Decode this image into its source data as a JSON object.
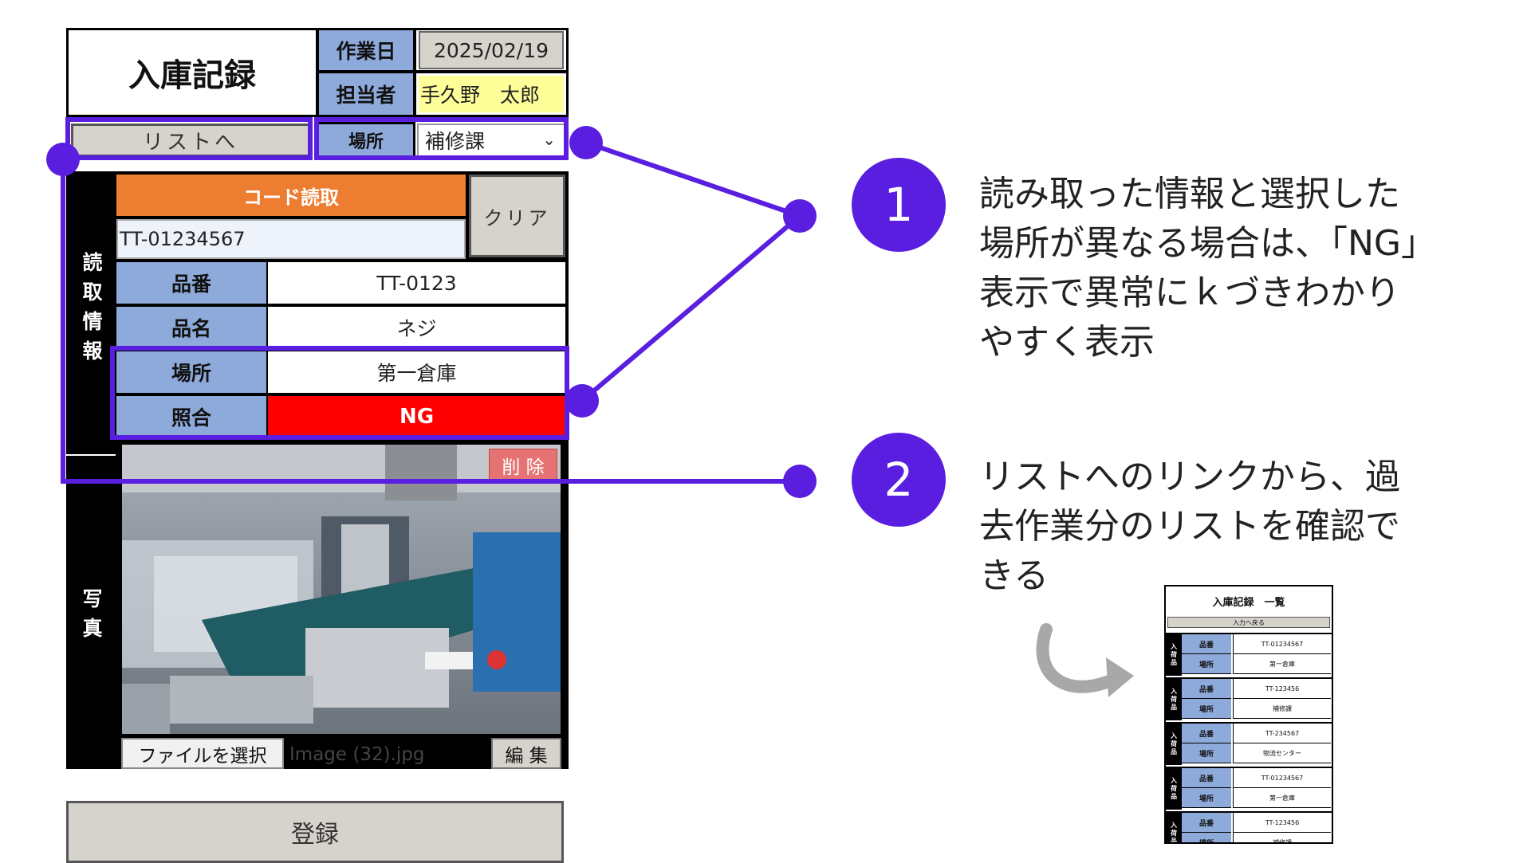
{
  "form": {
    "title": "入庫記録",
    "work_date_label": "作業日",
    "work_date_value": "2025/02/19",
    "person_label": "担当者",
    "person_value": "手久野　太郎",
    "list_button": "リストへ",
    "location_label": "場所",
    "location_selected": "補修課",
    "read_section_label": "読取情報",
    "code_read_header": "コード読取",
    "clear_button": "クリア",
    "code_value": "TT-01234567",
    "part_no_label": "品番",
    "part_no_value": "TT-0123",
    "part_name_label": "品名",
    "part_name_value": "ネジ",
    "place_label": "場所",
    "place_value": "第一倉庫",
    "match_label": "照合",
    "match_value": "NG",
    "photo_section_label": "写真",
    "delete_button": "削 除",
    "file_button": "ファイルを選択",
    "file_name": "Image (32).jpg",
    "edit_button": "編 集",
    "register_button": "登録"
  },
  "callouts": [
    {
      "number": "1",
      "text": [
        "読み取った情報と選択した",
        "場所が異なる場合は、「NG」",
        "表示で異常にｋづきわかり",
        "やすく表示"
      ]
    },
    {
      "number": "2",
      "text": [
        "リストへのリンクから、過",
        "去作業分のリストを確認で",
        "きる"
      ]
    }
  ],
  "mini_list": {
    "title": "入庫記録　一覧",
    "back_button": "入力へ戻る",
    "side_label": [
      "入",
      "荷",
      "品"
    ],
    "part_label": "品番",
    "place_label": "場所",
    "rows": [
      {
        "part": "TT-01234567",
        "place": "第一倉庫"
      },
      {
        "part": "TT-123456",
        "place": "補修課"
      },
      {
        "part": "TT-234567",
        "place": "物流センター"
      },
      {
        "part": "TT-01234567",
        "place": "第一倉庫"
      },
      {
        "part": "TT-123456",
        "place": "補修課"
      }
    ]
  },
  "colors": {
    "accent": "#5a1ee0",
    "label_blue": "#8eaadb",
    "code_header": "#ed7d31",
    "ng_red": "#ff0000",
    "date_bg": "#d6d2cc",
    "person_bg": "#ffff99",
    "delete_bg": "#e57373"
  }
}
